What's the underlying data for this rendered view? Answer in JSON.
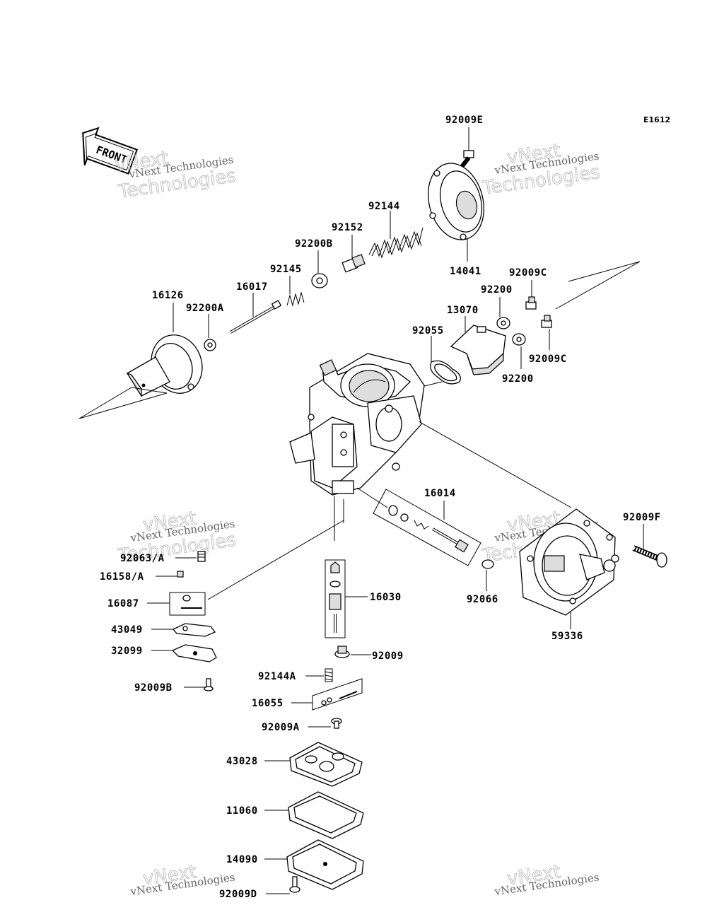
{
  "diagram_code": "E1612",
  "front_label": "FRONT",
  "watermark": {
    "line1": "vNext Technologies",
    "line2": "vNext Technologies"
  },
  "labels": {
    "p92009E": "92009E",
    "p92144": "92144",
    "p92152": "92152",
    "p92200B": "92200B",
    "p92145": "92145",
    "p16017": "16017",
    "p16126": "16126",
    "p92200A": "92200A",
    "p14041": "14041",
    "p92009C_top": "92009C",
    "p92200_top": "92200",
    "p13070": "13070",
    "p92055": "92055",
    "p92009C_bot": "92009C",
    "p92200_bot": "92200",
    "p16014": "16014",
    "p92009F": "92009F",
    "p92063A": "92063/A",
    "p16158A": "16158/A",
    "p16087": "16087",
    "p43049": "43049",
    "p32099": "32099",
    "p92009B": "92009B",
    "p16030": "16030",
    "p92066": "92066",
    "p59336": "59336",
    "p92009": "92009",
    "p92144A": "92144A",
    "p16055": "16055",
    "p92009A": "92009A",
    "p43028": "43028",
    "p11060": "11060",
    "p14090": "14090",
    "p92009D": "92009D"
  }
}
